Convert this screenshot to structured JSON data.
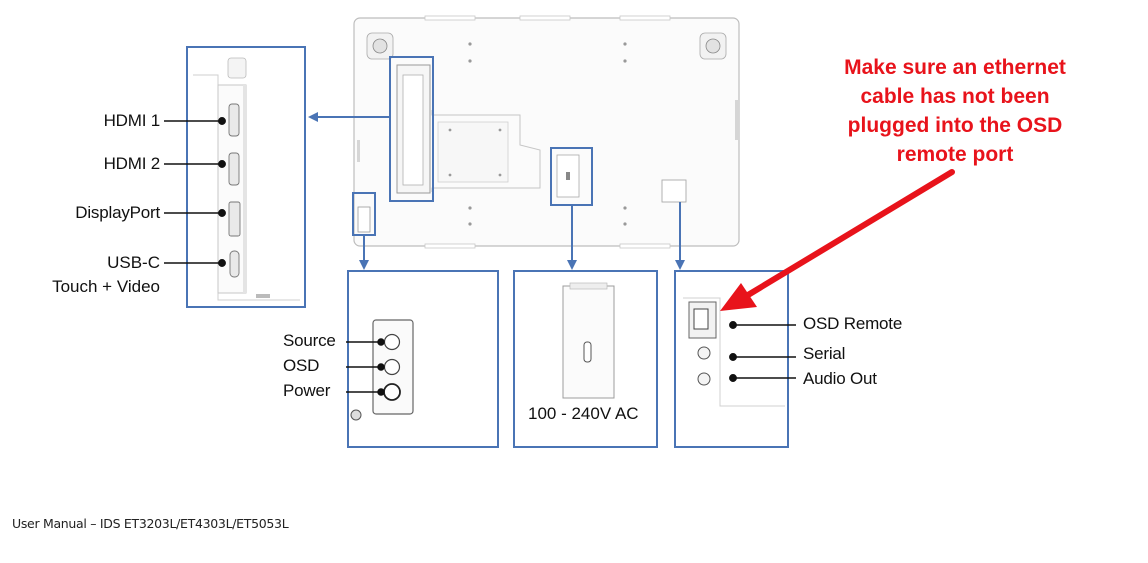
{
  "hdmi_panel": {
    "labels": [
      "HDMI 1",
      "HDMI 2",
      "DisplayPort"
    ],
    "usbc_lines": [
      "USB-C",
      "Touch + Video"
    ]
  },
  "buttons_panel": {
    "labels": [
      "Source",
      "OSD",
      "Power"
    ]
  },
  "power_panel": {
    "label": "100 - 240V AC"
  },
  "ports_panel": {
    "labels": [
      "OSD Remote",
      "Serial",
      "Audio Out"
    ]
  },
  "warning": {
    "lines": [
      "Make sure an ethernet",
      "cable has not been",
      "plugged into the OSD",
      "remote port"
    ]
  },
  "footer": {
    "text": "User Manual – IDS ET3203L/ET4303L/ET5053L"
  },
  "colors": {
    "panel_border": "#4a74b5",
    "arrow_blue": "#4a74b5",
    "warning_red": "#e8131b",
    "device_outline": "#b9b9b9"
  }
}
